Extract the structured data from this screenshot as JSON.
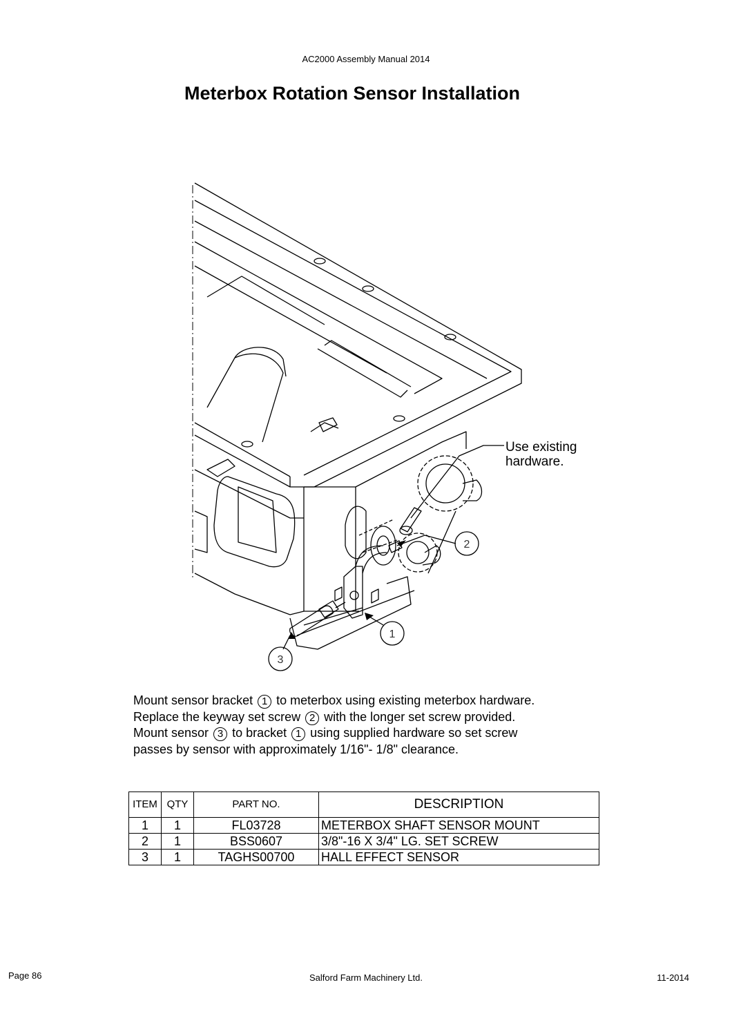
{
  "header": {
    "doc_title": "AC2000 Assembly Manual 2014"
  },
  "page_title": "Meterbox Rotation Sensor Installation",
  "drawing": {
    "callout_hardware_line1": "Use existing",
    "callout_hardware_line2": "hardware.",
    "balloon_1": "1",
    "balloon_2": "2",
    "balloon_3": "3"
  },
  "instructions": {
    "l1_a": "Mount sensor bracket",
    "l1_n": "1",
    "l1_b": "to meterbox using existing meterbox hardware.",
    "l2_a": "Replace the keyway set screw",
    "l2_n": "2",
    "l2_b": "with the longer set screw provided.",
    "l3_a": "Mount sensor",
    "l3_n1": "3",
    "l3_b": "to bracket",
    "l3_n2": "1",
    "l3_c": "using supplied hardware so set screw",
    "l4": "passes by sensor with approximately 1/16\"- 1/8\" clearance."
  },
  "parts_table": {
    "headers": {
      "item": "ITEM",
      "qty": "QTY",
      "part_no": "PART NO.",
      "description": "DESCRIPTION"
    },
    "rows": [
      {
        "item": "1",
        "qty": "1",
        "part_no": "FL03728",
        "description": "METERBOX SHAFT SENSOR MOUNT"
      },
      {
        "item": "2",
        "qty": "1",
        "part_no": "BSS0607",
        "description": "3/8\"-16 X 3/4\" LG. SET SCREW"
      },
      {
        "item": "3",
        "qty": "1",
        "part_no": "TAGHS00700",
        "description": "HALL EFFECT SENSOR"
      }
    ]
  },
  "footer": {
    "page": "Page 86",
    "company": "Salford Farm Machinery Ltd.",
    "date": "11-2014"
  }
}
